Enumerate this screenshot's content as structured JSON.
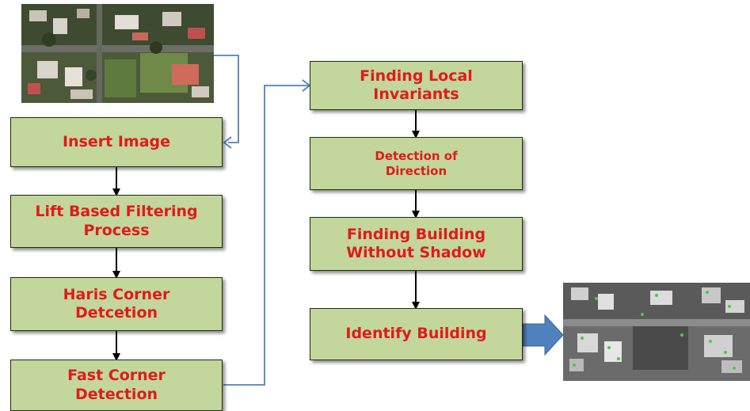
{
  "steps": {
    "insert_image": "Insert Image",
    "lift_filtering": "Lift Based Filtering\nProcess",
    "haris_corner": "Haris Corner\nDetcetion",
    "fast_corner": "Fast Corner\nDetection",
    "local_invariants": "Finding Local\nInvariants",
    "direction": "Detection of\nDirection",
    "building_no_shadow": "Finding Building\nWithout Shadow",
    "identify_building": "Identify  Building"
  },
  "colors": {
    "box_fill": "#c3d69b",
    "box_text": "#e01b1b",
    "connector_blue": "#4f81bd",
    "arrow_black": "#000000",
    "block_arrow": "#4f81bd"
  },
  "images": {
    "input": "satellite-image-color",
    "output": "satellite-image-grayscale-detected-corners"
  }
}
